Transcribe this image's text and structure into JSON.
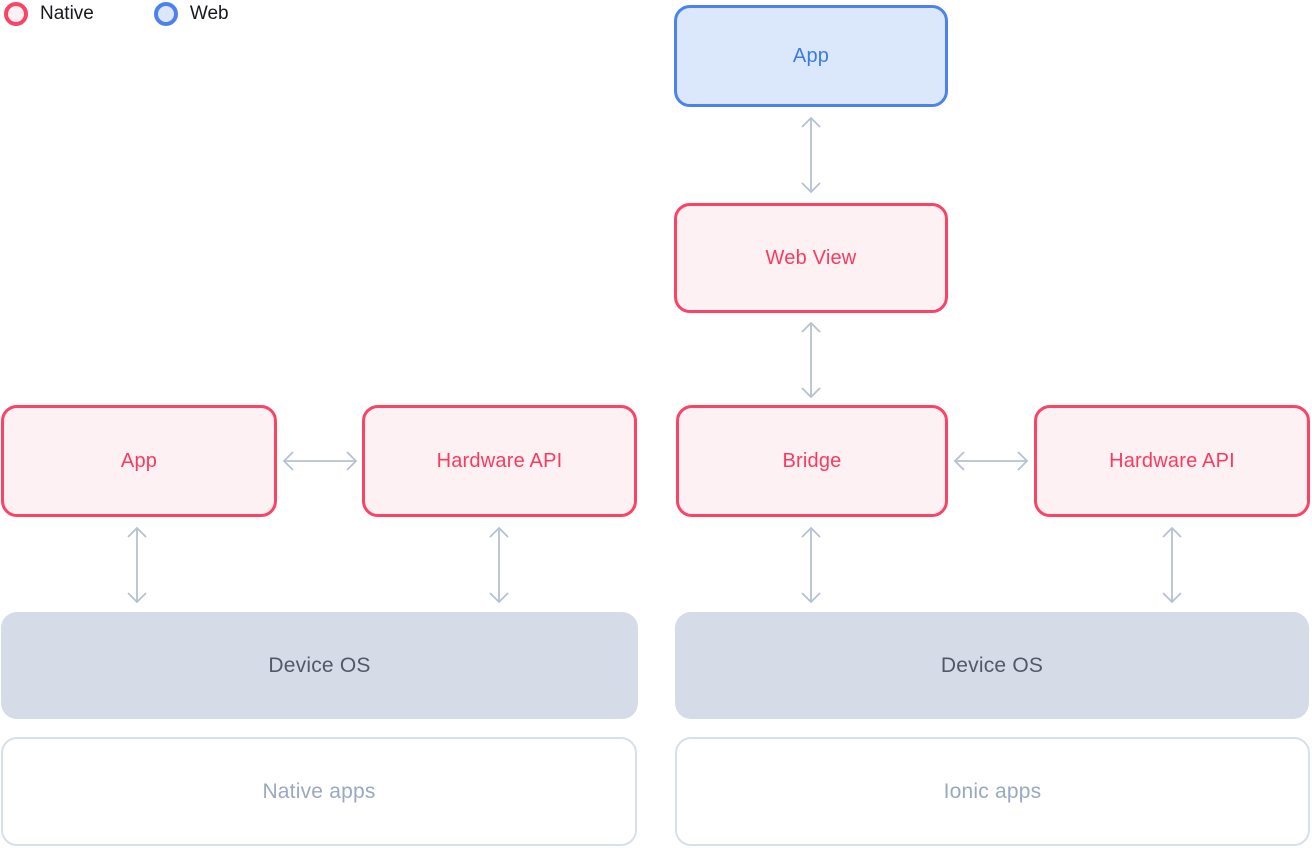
{
  "legend": {
    "items": [
      {
        "id": "native",
        "label": "Native"
      },
      {
        "id": "web",
        "label": "Web"
      }
    ]
  },
  "native_stack": {
    "app": "App",
    "hardware_api": "Hardware API",
    "device_os": "Device OS",
    "caption": "Native apps"
  },
  "ionic_stack": {
    "app": "App",
    "web_view": "Web View",
    "bridge": "Bridge",
    "hardware_api": "Hardware API",
    "device_os": "Device OS",
    "caption": "Ionic apps"
  },
  "connections": [
    {
      "from": "native-app",
      "to": "native-hardware-api",
      "type": "bidirectional"
    },
    {
      "from": "native-app",
      "to": "native-device-os",
      "type": "bidirectional"
    },
    {
      "from": "native-hardware-api",
      "to": "native-device-os",
      "type": "bidirectional"
    },
    {
      "from": "ionic-app",
      "to": "ionic-web-view",
      "type": "bidirectional"
    },
    {
      "from": "ionic-web-view",
      "to": "ionic-bridge",
      "type": "bidirectional"
    },
    {
      "from": "ionic-bridge",
      "to": "ionic-hardware-api",
      "type": "bidirectional"
    },
    {
      "from": "ionic-bridge",
      "to": "ionic-device-os",
      "type": "bidirectional"
    },
    {
      "from": "ionic-hardware-api",
      "to": "ionic-device-os",
      "type": "bidirectional"
    }
  ],
  "colors": {
    "native_accent": "#fb4365",
    "native_text": "#fb3a5f",
    "native_fill": "#fdf1f4",
    "web_accent": "#4d82ed",
    "web_text": "#3b7ae8",
    "web_fill": "#dbe8fb",
    "os_fill": "#d6dbe8",
    "os_text": "#4f5a68",
    "caption_border": "#d7dfec",
    "caption_text": "#9aa8c4",
    "arrow": "#b6c1d4"
  }
}
